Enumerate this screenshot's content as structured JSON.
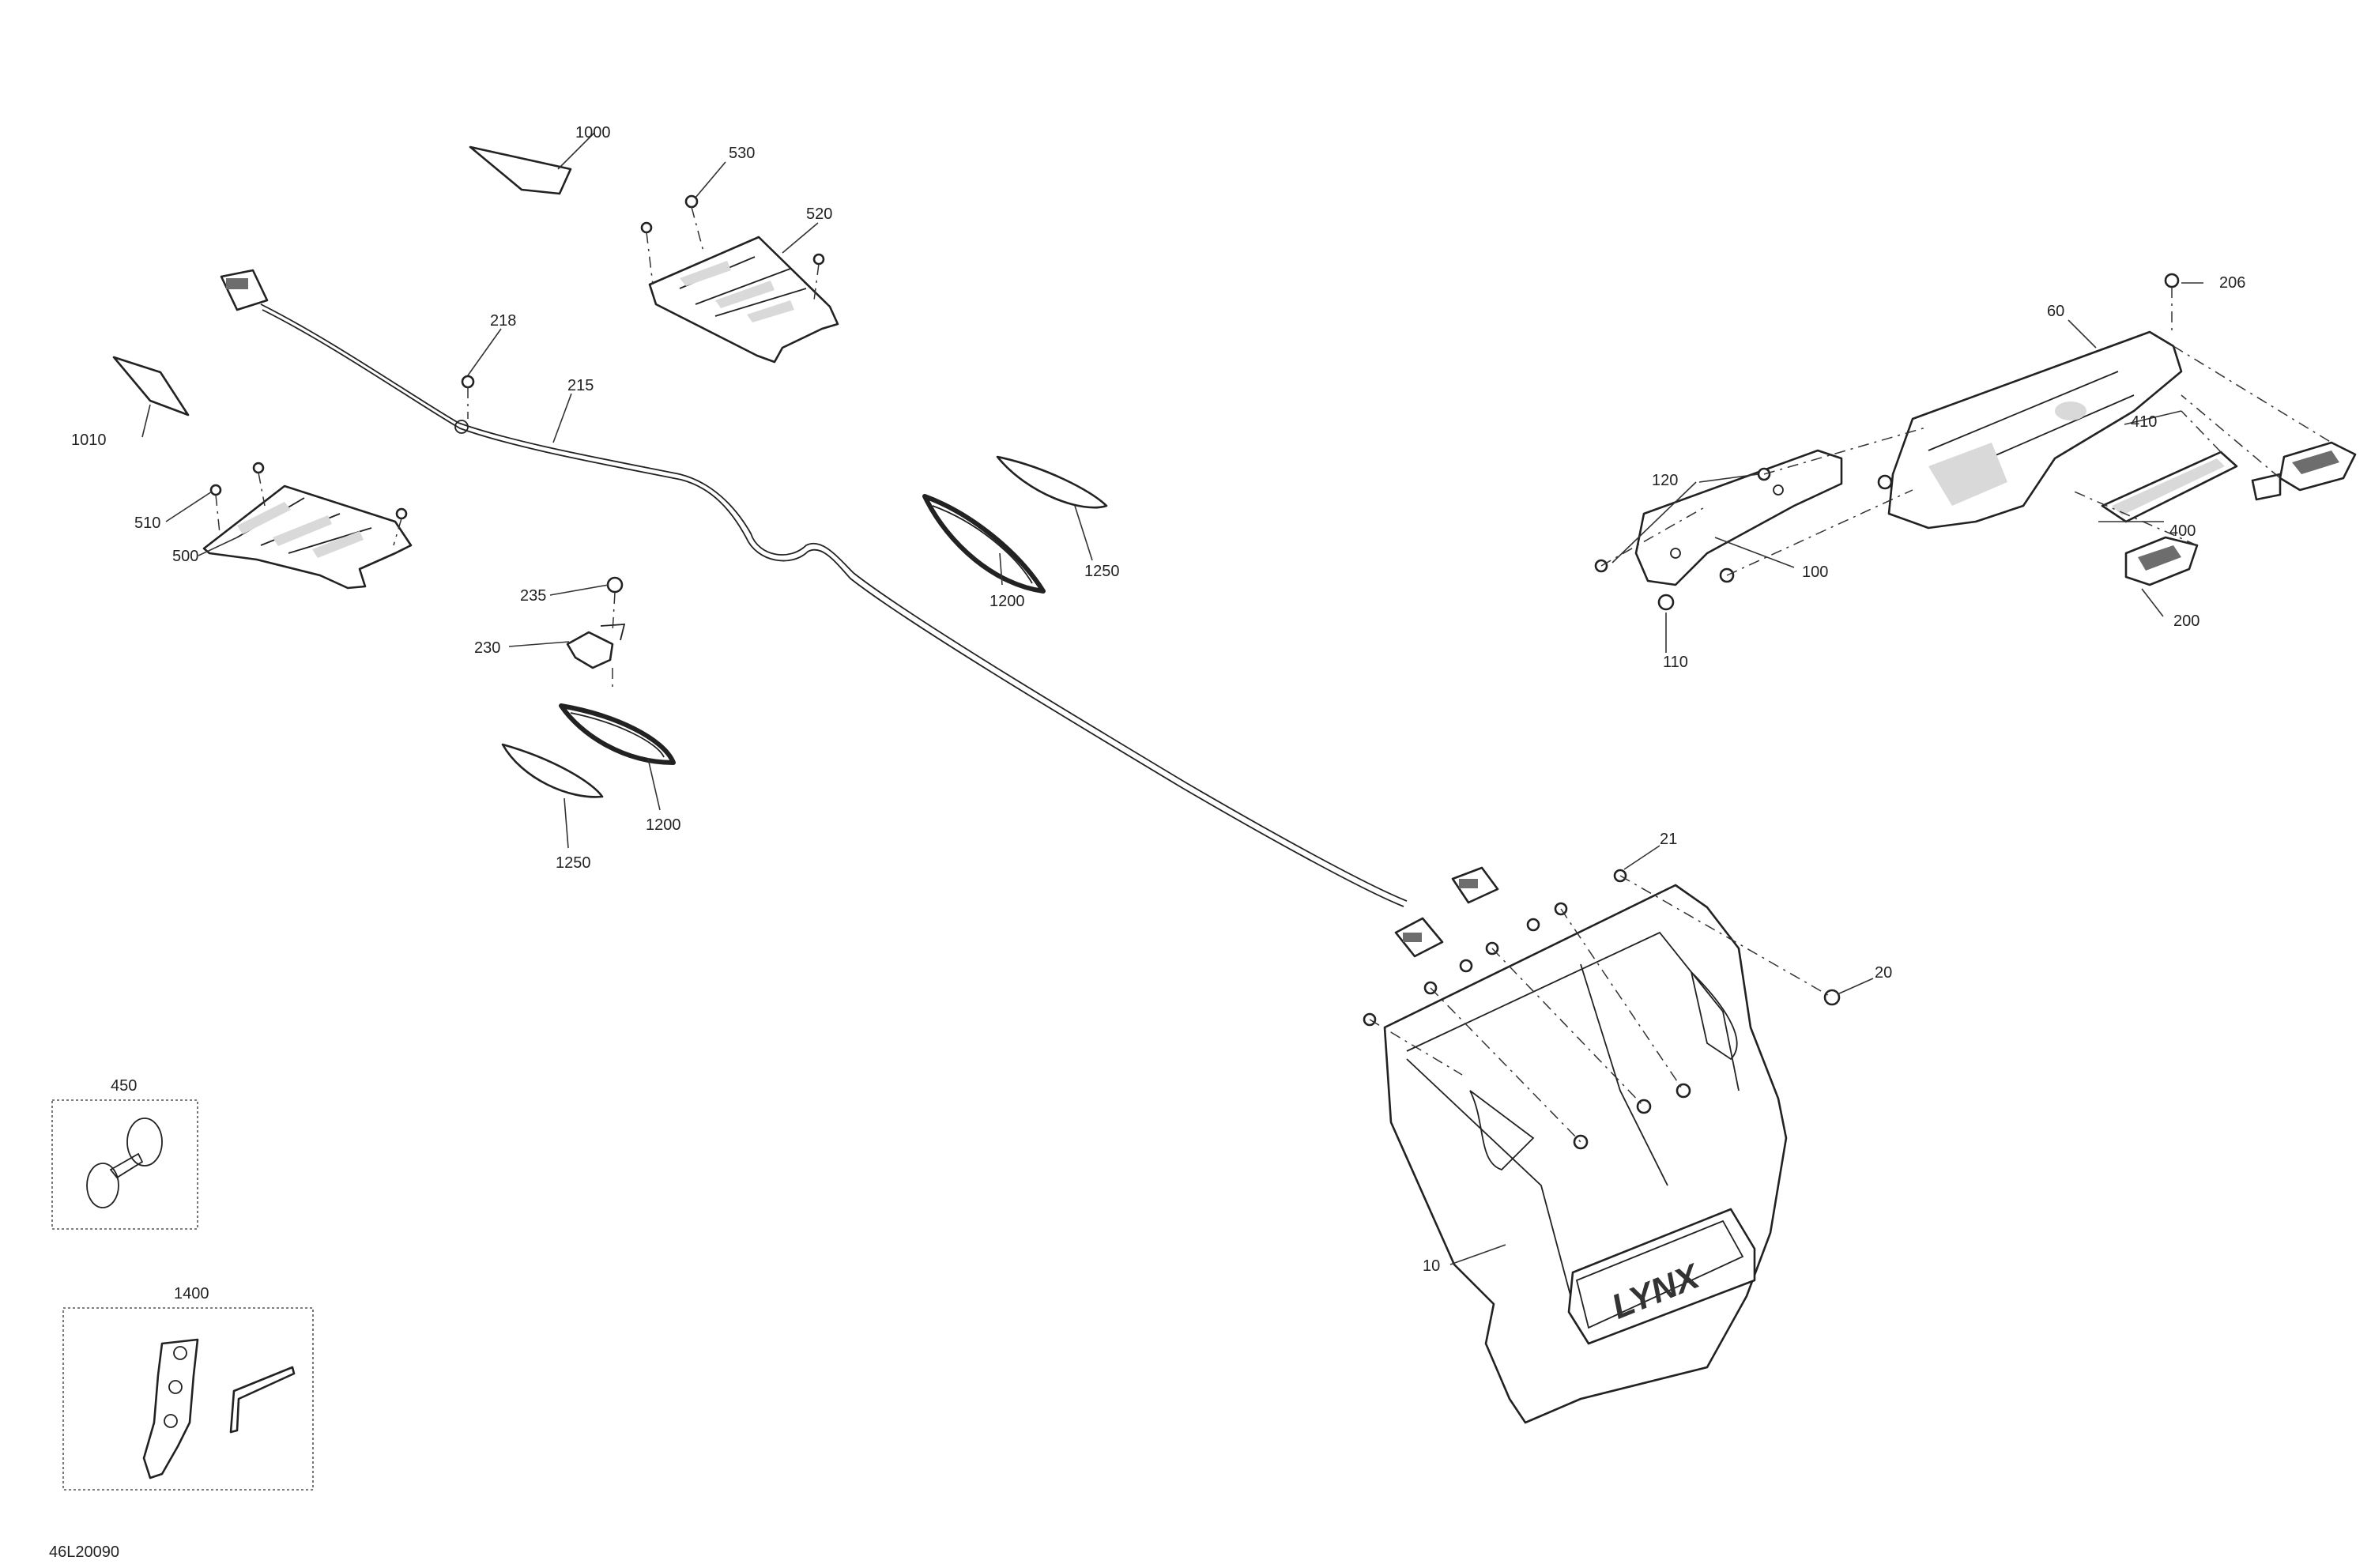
{
  "diagram": {
    "code": "46L20090",
    "labels": {
      "p1000": "1000",
      "p1010": "1010",
      "p530": "530",
      "p520": "520",
      "p218": "218",
      "p215": "215",
      "p510": "510",
      "p500": "500",
      "p235": "235",
      "p230": "230",
      "p1200a": "1200",
      "p1250a": "1250",
      "p1200b": "1200",
      "p1250b": "1250",
      "p206": "206",
      "p60": "60",
      "p410": "410",
      "p120": "120",
      "p400": "400",
      "p100": "100",
      "p200": "200",
      "p110": "110",
      "p21": "21",
      "p20": "20",
      "p10": "10",
      "p450": "450",
      "p1400": "1400"
    },
    "logo_text": "LYNX"
  }
}
